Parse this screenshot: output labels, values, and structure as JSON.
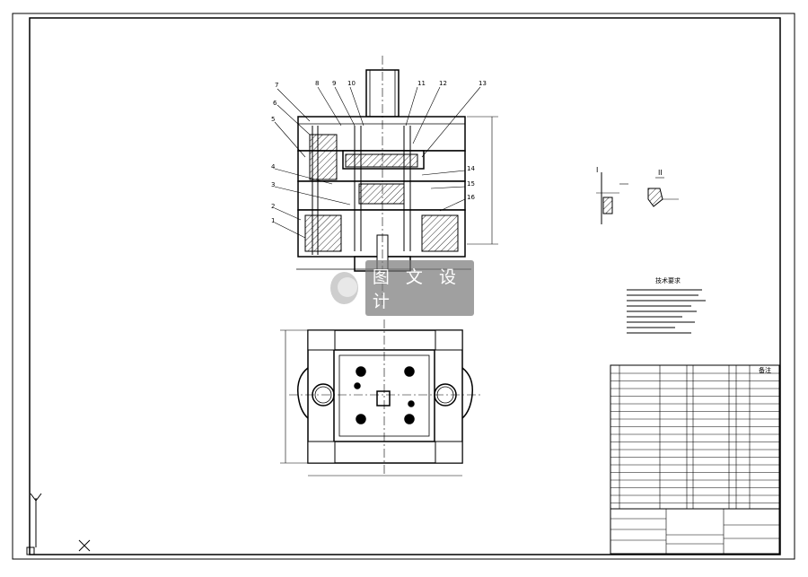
{
  "watermark": {
    "text": "图 文 设 计"
  },
  "part_callouts": [
    "7",
    "8",
    "9",
    "10",
    "11",
    "12",
    "13",
    "6",
    "5",
    "4",
    "3",
    "2",
    "1",
    "14",
    "15",
    "16"
  ],
  "detail_labels": {
    "left": "I",
    "right": "II"
  },
  "tech_notes": {
    "title": "技术要求"
  },
  "bom_header": {
    "col_note": "备注"
  }
}
